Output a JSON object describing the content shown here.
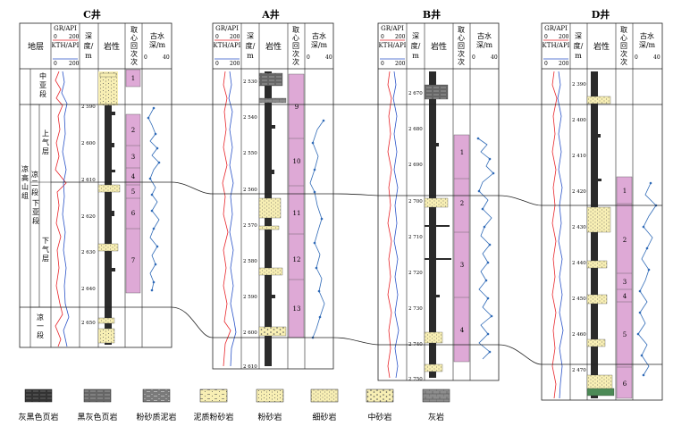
{
  "header_labels": {
    "stratum": "地层",
    "gr_api": "GR/API",
    "kth_api": "KTH/API",
    "scale_0": "0",
    "scale_200": "200",
    "scale_40": "40",
    "depth": [
      "深",
      "度/",
      "m"
    ],
    "lithology": "岩性",
    "core": [
      "取",
      "心",
      "回",
      "次",
      "次"
    ],
    "paleo_depth": [
      "古水",
      "深/m"
    ]
  },
  "strat_labels": {
    "formation": [
      "凉",
      "高",
      "山",
      "组"
    ],
    "member_lian": [
      "凉",
      "二",
      "段"
    ],
    "member_upper": [
      "中",
      "亚",
      "段"
    ],
    "upper_layer": [
      "上",
      "气",
      "层"
    ],
    "lower_sub": [
      "下",
      "亚",
      "段"
    ],
    "lower_layer": [
      "下",
      "气",
      "层"
    ],
    "member_one": [
      "凉",
      "一",
      "段"
    ]
  },
  "wells": [
    {
      "name": "C井",
      "depth_ticks": [
        "2 590",
        "2 600",
        "2 610",
        "2 620",
        "2 630",
        "2 640",
        "2 650"
      ],
      "cores": [
        "1",
        "2",
        "3",
        "4",
        "5",
        "6",
        "7"
      ]
    },
    {
      "name": "A井",
      "depth_ticks": [
        "2 530",
        "2 540",
        "2 550",
        "2 560",
        "2 570",
        "2 580",
        "2 590",
        "2 600",
        "2 610"
      ],
      "cores": [
        "9",
        "10",
        "11",
        "12",
        "13"
      ]
    },
    {
      "name": "B井",
      "depth_ticks": [
        "2 670",
        "2 680",
        "2 690",
        "2 700",
        "2 710",
        "2 720",
        "2 730",
        "2 740",
        "2 750"
      ],
      "cores": [
        "1",
        "2",
        "3",
        "4"
      ]
    },
    {
      "name": "D井",
      "depth_ticks": [
        "2 390",
        "2 400",
        "2 410",
        "2 420",
        "2 430",
        "2 440",
        "2 450",
        "2 460",
        "2 470"
      ],
      "cores": [
        "1",
        "2",
        "3",
        "4",
        "5",
        "6"
      ]
    }
  ],
  "legend": [
    {
      "label": "灰黑色页岩",
      "type": "black-shale"
    },
    {
      "label": "黑灰色页岩",
      "type": "grey-shale"
    },
    {
      "label": "粉砂质泥岩",
      "type": "silty-mudstone"
    },
    {
      "label": "泥质粉砂岩",
      "type": "muddy-siltstone"
    },
    {
      "label": "粉砂岩",
      "type": "siltstone"
    },
    {
      "label": "细砂岩",
      "type": "fine-sandstone"
    },
    {
      "label": "中砂岩",
      "type": "medium-sandstone"
    },
    {
      "label": "灰岩",
      "type": "limestone"
    }
  ],
  "colors": {
    "core_fill": "#dea9d6",
    "gr_curve": "#e8252a",
    "kth_curve": "#2a53c8",
    "paleo_curve": "#2f6ab7",
    "shale": "#2b2b2b",
    "sand": "#f8efb4",
    "limestone": "#8c8c8c"
  }
}
